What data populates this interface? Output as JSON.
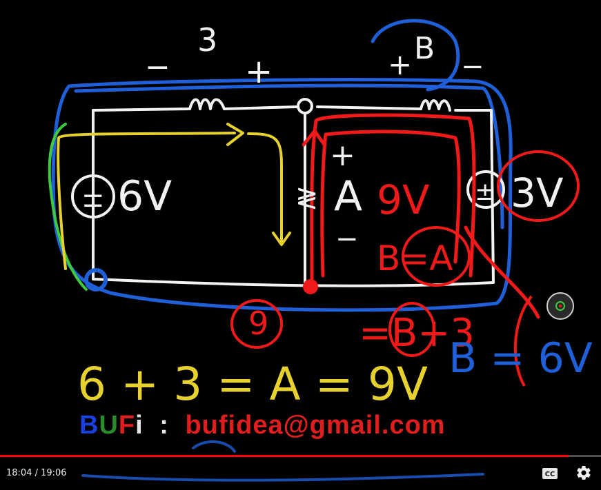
{
  "whiteboard": {
    "labels": {
      "resistor_left_value": "3",
      "resistor_left_minus": "−",
      "resistor_left_plus": "+",
      "resistor_right_plus": "+",
      "resistor_right_value": "B",
      "resistor_right_minus": "−",
      "source_left": "6V",
      "source_left_symbol": "±",
      "source_right": "3V",
      "source_right_symbol": "±",
      "source_middle_symbol": "≷",
      "node_A": "A",
      "voltage_9v": "9V",
      "plus_sign": "+",
      "minus_sign": "−",
      "eq_B_equals_A": "B=A",
      "node_value_9": "9",
      "eq_equals_B_plus_3": "=B+3",
      "eq_B_equals_6V": "B = 6V",
      "eq_main": "6 + 3 = A = 9V"
    },
    "colors": {
      "circuit": "#f2f2f2",
      "yellow": "#e6d12e",
      "red": "#f01a1a",
      "blue": "#1f5fd8",
      "green": "#3ecb3e"
    }
  },
  "watermark": {
    "b": "B",
    "u": "U",
    "f": "F",
    "i": "i",
    "separator": ":",
    "email": "bufidea@gmail.com",
    "colors": {
      "b": "#1a3fe0",
      "u": "#2b8a2b",
      "f": "#e01e1e",
      "i": "#e6e6e6",
      "email": "#e01e1e"
    }
  },
  "player": {
    "current_time": "18:04",
    "duration": "19:06",
    "time_display": "18:04 / 19:06",
    "progress_fraction": 0.946,
    "cc_icon": "closed-captions-icon",
    "settings_icon": "gear-icon",
    "progress_color": "#ff0000"
  }
}
